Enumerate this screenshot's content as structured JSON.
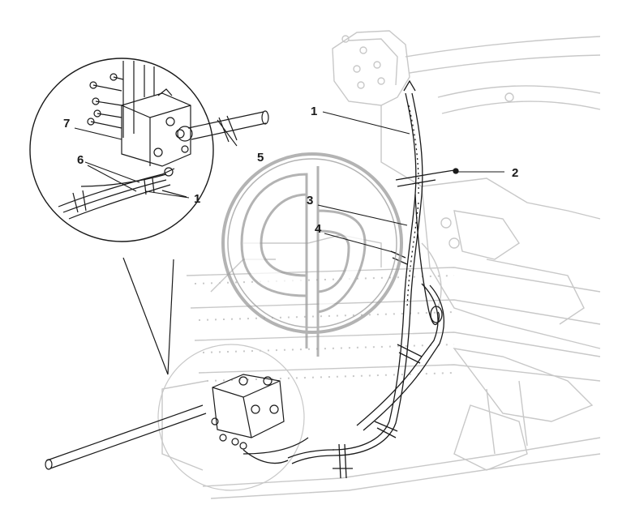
{
  "callouts": {
    "c1_main": "1",
    "c2": "2",
    "c3": "3",
    "c4": "4",
    "c1_detail": "1",
    "c5": "5",
    "c6": "6",
    "c7": "7"
  },
  "colors": {
    "line": "#1a1a1a",
    "faint": "#c8c8c8",
    "watermark": "#9a9a9a"
  }
}
